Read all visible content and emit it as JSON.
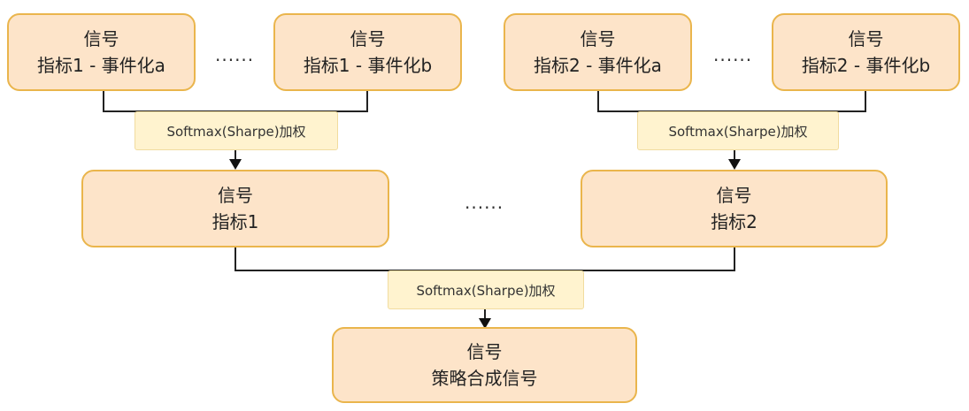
{
  "top_row": [
    {
      "line1": "信号",
      "line2": "指标1 - 事件化a"
    },
    {
      "line1": "信号",
      "line2": "指标1 - 事件化b"
    },
    {
      "line1": "信号",
      "line2": "指标2 - 事件化a"
    },
    {
      "line1": "信号",
      "line2": "指标2 - 事件化b"
    }
  ],
  "mid_row": [
    {
      "line1": "信号",
      "line2": "指标1"
    },
    {
      "line1": "信号",
      "line2": "指标2"
    }
  ],
  "bottom": {
    "line1": "信号",
    "line2": "策略合成信号"
  },
  "weight_label": "Softmax(Sharpe)加权",
  "ellipsis": "......"
}
